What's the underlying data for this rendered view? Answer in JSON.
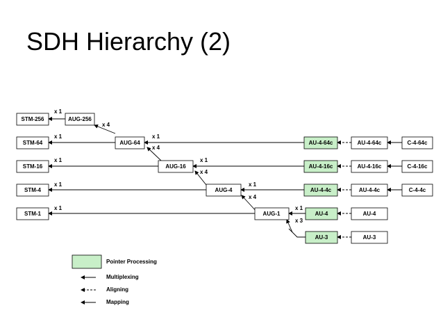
{
  "title": "SDH Hierarchy (2)",
  "colors": {
    "pointer_processing": "#c8efc8",
    "box_stroke": "#000000",
    "line": "#000000"
  },
  "boxes": {
    "stm_256": "STM-256",
    "aug_256": "AUG-256",
    "stm_64": "STM-64",
    "aug_64": "AUG-64",
    "stm_16": "STM-16",
    "aug_16": "AUG-16",
    "stm_4": "STM-4",
    "aug_4": "AUG-4",
    "stm_1": "STM-1",
    "aug_1": "AUG-1",
    "au_4_64c_pp": "AU-4-64c",
    "au_4_64c": "AU-4-64c",
    "c_4_64c": "C-4-64c",
    "au_4_16c_pp": "AU-4-16c",
    "au_4_16c": "AU-4-16c",
    "c_4_16c": "C-4-16c",
    "au_4_4c_pp": "AU-4-4c",
    "au_4_4c": "AU-4-4c",
    "c_4_4c": "C-4-4c",
    "au_4_pp": "AU-4",
    "au_4": "AU-4",
    "au_3_pp": "AU-3",
    "au_3": "AU-3"
  },
  "multipliers": {
    "stm256_aug256": "x 1",
    "aug256_aug64": "x 4",
    "stm64_aug64": "x 1",
    "aug64_au464c": "x 1",
    "aug64_aug16": "x 4",
    "stm16_aug16": "x 1",
    "aug16_au416c": "x 1",
    "aug16_aug4": "x 4",
    "stm4_aug4": "x 1",
    "aug4_au44c": "x 1",
    "aug4_aug1": "x 4",
    "stm1_aug1": "x 1",
    "aug1_au4": "x 1",
    "aug1_au3": "x 3"
  },
  "legend": {
    "pointer_processing": "Pointer Processing",
    "multiplexing": "Multiplexing",
    "aligning": "Aligning",
    "mapping": "Mapping"
  }
}
